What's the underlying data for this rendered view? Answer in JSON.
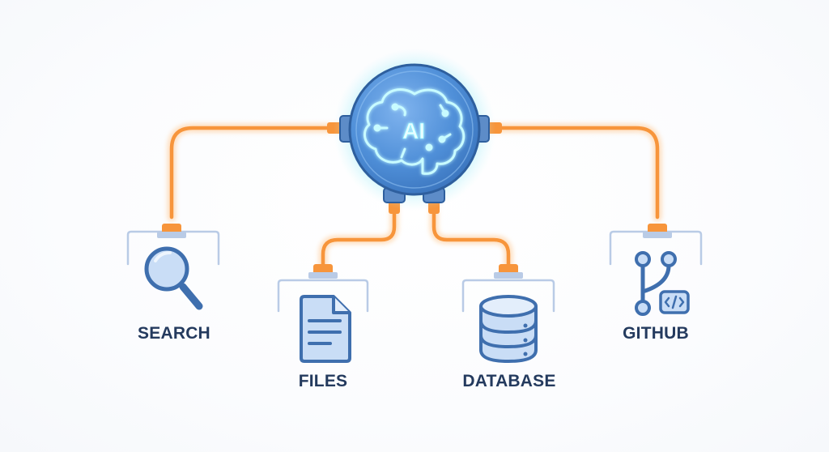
{
  "hub": {
    "label": "AI",
    "icon": "brain-circuit-icon"
  },
  "tools": [
    {
      "id": "search",
      "label": "SEARCH",
      "icon": "magnifier-icon"
    },
    {
      "id": "files",
      "label": "FILES",
      "icon": "document-icon"
    },
    {
      "id": "database",
      "label": "DATABASE",
      "icon": "database-icon"
    },
    {
      "id": "github",
      "label": "GITHUB",
      "icon": "git-branch-code-icon"
    }
  ],
  "colors": {
    "cable": "#f7953b",
    "cable_glow": "#ffd3a6",
    "hub_glow": "#5fe3f5",
    "hub_fill": "#4f8fd8",
    "hub_ring": "#2e5f9e",
    "icon_fill": "#c9ddf6",
    "icon_stroke": "#3f6fae",
    "socket": "#b9cbe6",
    "label": "#243a5e"
  }
}
